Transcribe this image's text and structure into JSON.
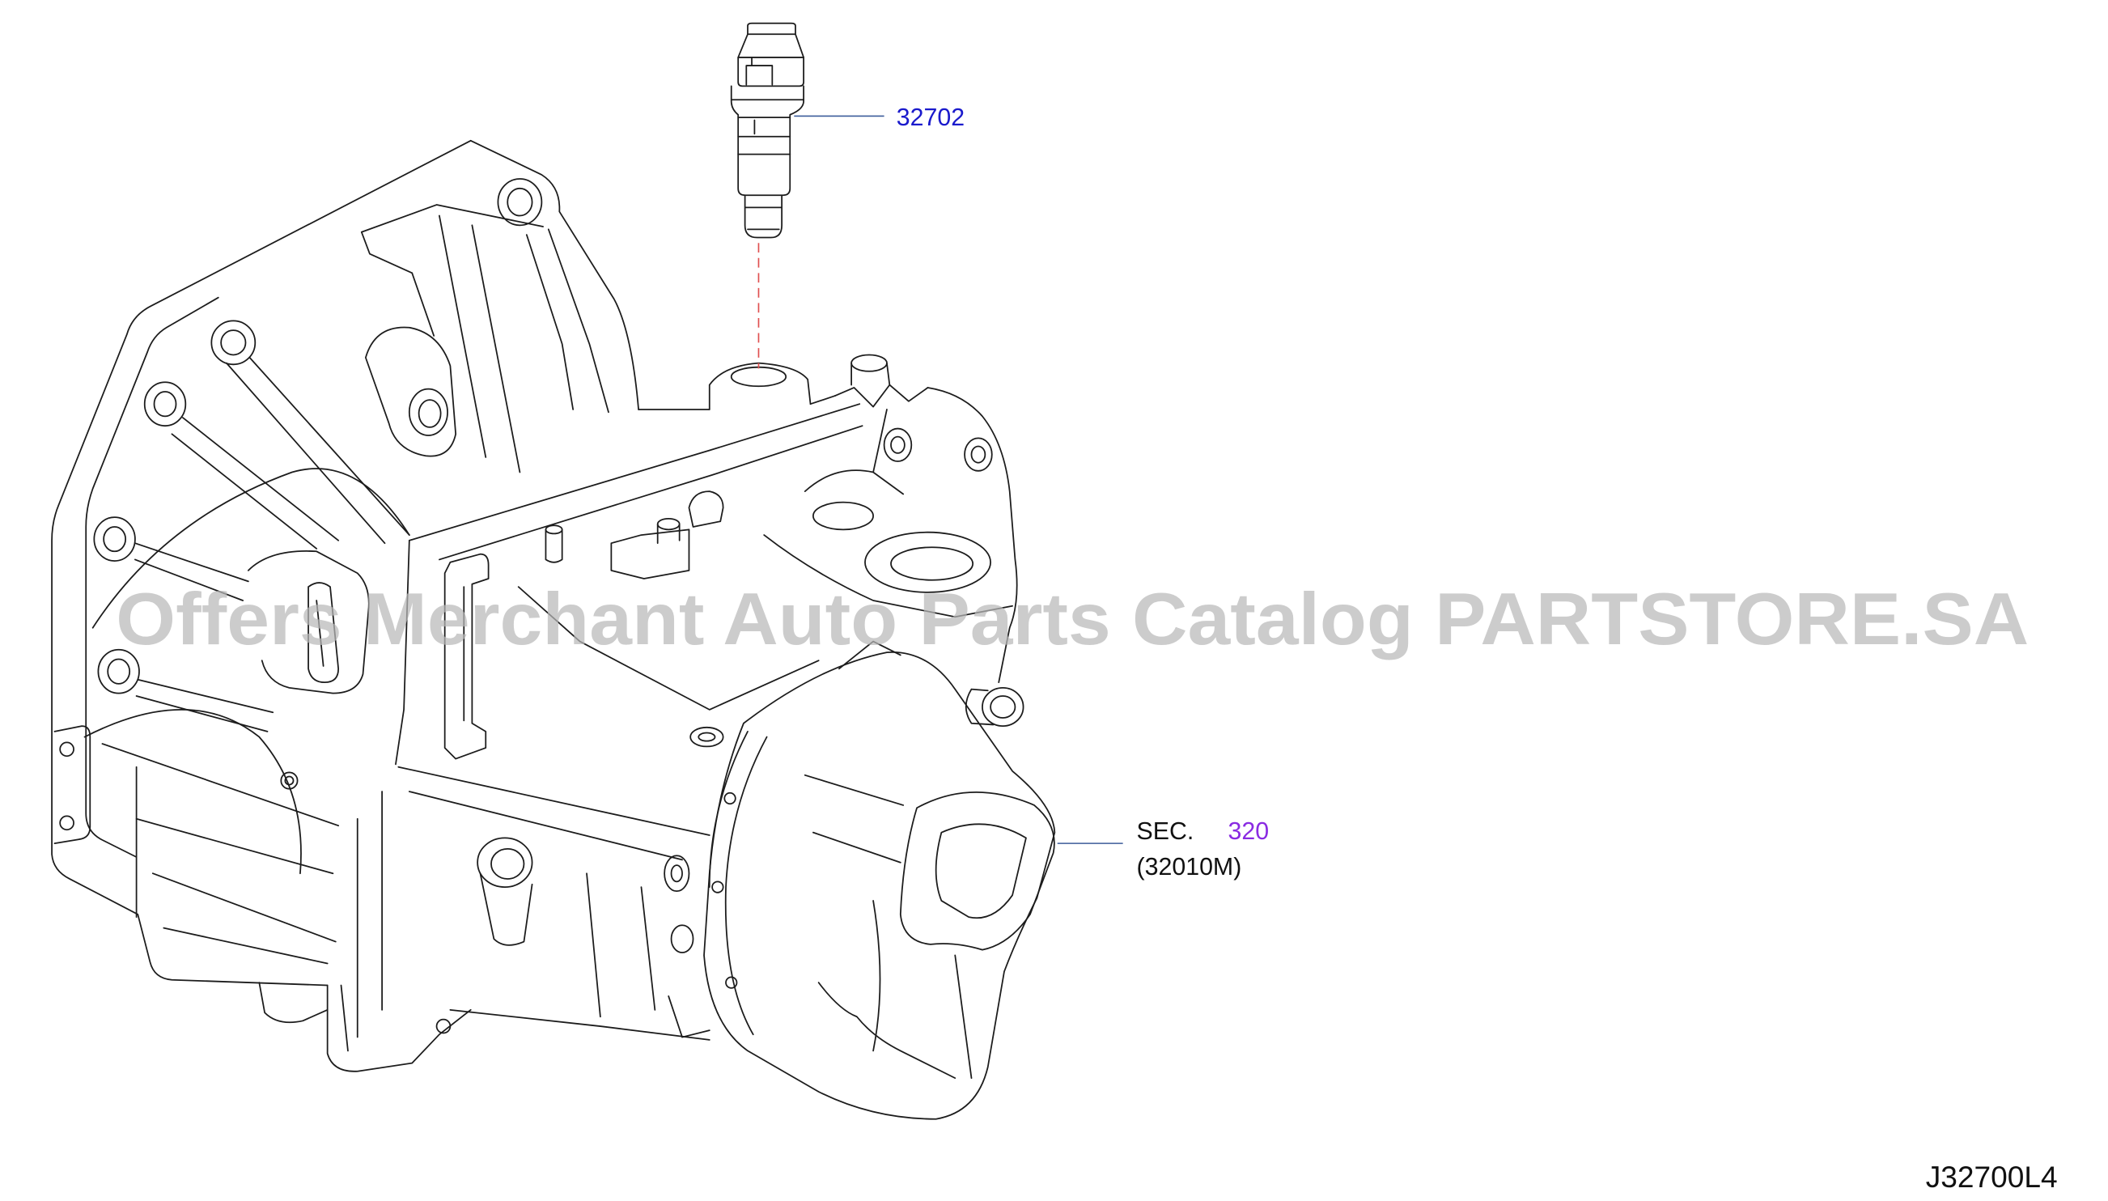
{
  "illustration": {
    "figure_code": "J32700L4",
    "watermark": "Offers Merchant Auto Parts Catalog PARTSTORE.SA"
  },
  "callouts": {
    "sensor": {
      "part_number": "32702"
    },
    "section": {
      "prefix": "SEC.",
      "number": "320",
      "part_code": "(32010M)"
    }
  },
  "colors": {
    "part_link": "#1a1acc",
    "section_link": "#8a2be2",
    "leader_line": "#3b5b9a",
    "guide_line": "#e05050",
    "watermark": "#b9b9b9",
    "text": "#111111"
  }
}
